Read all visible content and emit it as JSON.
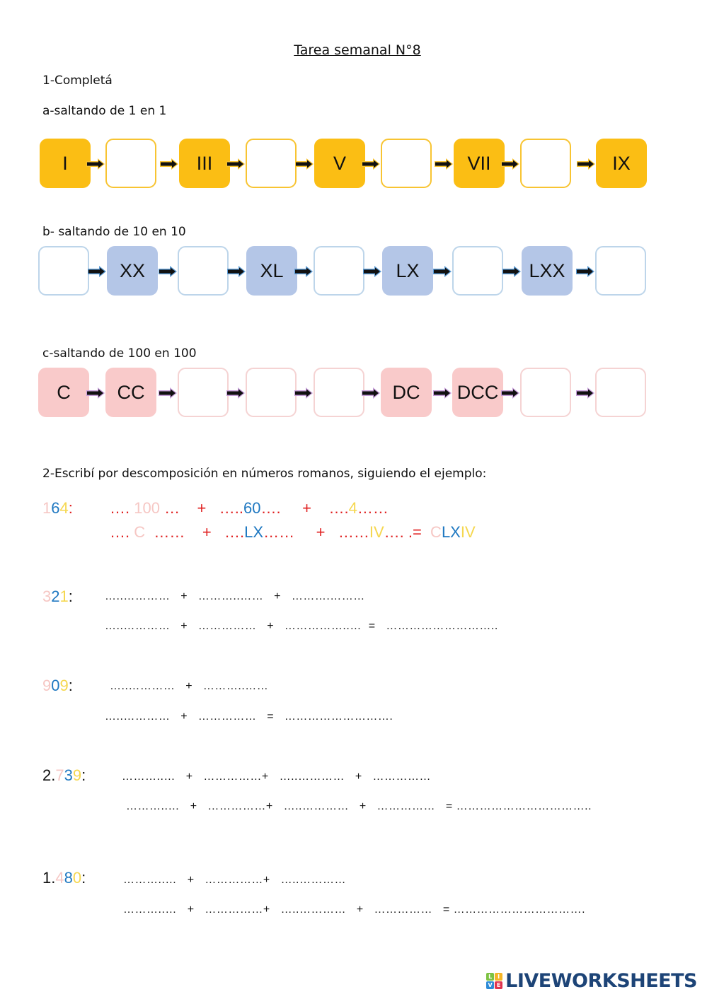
{
  "title": "Tarea semanal N°8",
  "section1": {
    "heading": "1-Completá",
    "rows": [
      {
        "label": "a-saltando de 1 en 1",
        "boxes": [
          "I",
          "",
          "III",
          "",
          "V",
          "",
          "VII",
          "",
          "IX"
        ],
        "colors": {
          "fill": "#fbbe14",
          "border": "#f8c432",
          "arrow_halo": "#f8c432"
        }
      },
      {
        "label": "b- saltando de 10 en 10",
        "boxes": [
          "",
          "XX",
          "",
          "XL",
          "",
          "LX",
          "",
          "LXX",
          ""
        ],
        "colors": {
          "fill": "#b4c6e7",
          "border": "#bdd5ea",
          "arrow_halo": "#5b9bd5"
        }
      },
      {
        "label": "c-saltando de 100 en 100",
        "boxes": [
          "C",
          "CC",
          "",
          "",
          "",
          "DC",
          "DCC",
          "",
          ""
        ],
        "colors": {
          "fill": "#f9caca",
          "border": "#f5d3d3",
          "arrow_halo": "#c9a0dc"
        }
      }
    ]
  },
  "section2": {
    "heading": "2-Escribí por descomposición en números romanos, siguiendo el ejemplo:",
    "example": {
      "number_parts": [
        "1",
        "6",
        "4",
        ":"
      ],
      "line1": {
        "a_pre": "…. ",
        "a": "100",
        "a_post": " …",
        "plus1": "+",
        "b_pre": "…..",
        "b": "60",
        "b_post": "….",
        "plus2": "+",
        "c_pre": "….",
        "c": "4",
        "c_post": "……"
      },
      "line2": {
        "a_pre": "…. ",
        "a": "C",
        "a_post": "  ……",
        "plus1": "+",
        "b_pre": "….",
        "b": "LX",
        "b_post": "……",
        "plus2": "+",
        "c_pre": "……",
        "c": "IV",
        "c_post": "…. .=",
        "result_parts": [
          "C",
          "LX",
          "IV"
        ]
      }
    },
    "exercises": [
      {
        "number_parts": [
          "",
          "3",
          "2",
          "1",
          ":"
        ],
        "line1": "…..…………   +   ………..……   +   ……….………",
        "line2": "…..…………   +   ……………   +   ……………..…  =   ……………………….."
      },
      {
        "number_parts": [
          "",
          "9",
          "0",
          "9",
          ":"
        ],
        "line1": "…..…………   +   ………..……",
        "line2": "…..…………   +   ……………   =   ………………………."
      },
      {
        "number_parts": [
          "2.",
          "7",
          "3",
          "9",
          ":"
        ],
        "line1": "………..…   +   ……………+   …..…………   +   ……………",
        "line2": "………..…   +   ……………+   …..…………   +   ……………   = …………………………….."
      },
      {
        "number_parts": [
          "1.",
          "4",
          "8",
          "0",
          ":"
        ],
        "line1": "………..…   +   ……………+   …..…………",
        "line2": "………..…   +   ……………+   …..…………   +   ……………   = ……………………………."
      }
    ]
  },
  "footer": {
    "logo_letters": [
      "L",
      "I",
      "V",
      "E"
    ],
    "logo_colors": [
      "#7cc242",
      "#f5b526",
      "#2c8ad6",
      "#e0344e"
    ],
    "logo_text": "LIVEWORKSHEETS"
  }
}
